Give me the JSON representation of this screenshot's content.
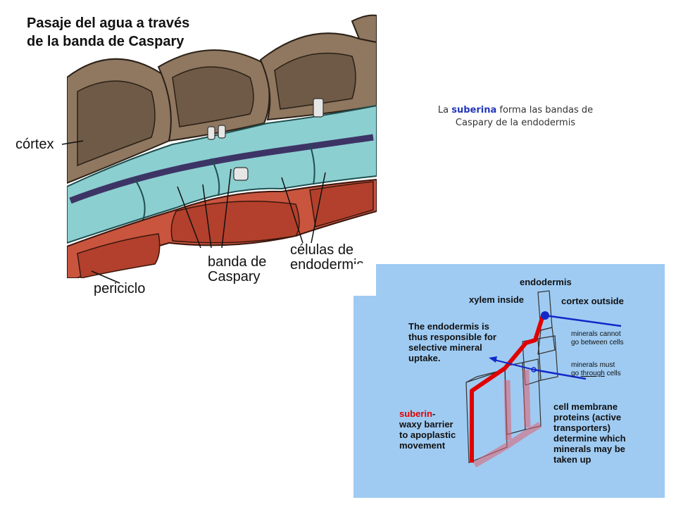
{
  "left_figure": {
    "title_line1": "Pasaje del agua a través",
    "title_line2": "de la banda de Caspary",
    "label_cortex": "córtex",
    "label_banda_line1": "banda de",
    "label_banda_line2": "Caspary",
    "label_celulas_line1": "células de",
    "label_celulas_line2": "endodermis",
    "label_periciclo": "periciclo"
  },
  "caption": {
    "before": "La ",
    "highlight": "suberina",
    "after": " forma las bandas de",
    "line2": "Caspary de la endodermis"
  },
  "right_figure": {
    "label_endodermis": "endodermis",
    "label_xylem": "xylem inside",
    "label_cortex": "cortex outside",
    "selective_line1": "The endodermis is",
    "selective_line2": "thus responsible for",
    "selective_line3": "selective mineral",
    "selective_line4": "uptake.",
    "cannot_line1": "minerals cannot",
    "cannot_line2": "go between cells",
    "must_line1": "minerals must",
    "must_pre": "go ",
    "must_underlined": "through",
    "must_post": " cells",
    "suberin_word": "suberin",
    "suberin_dash": "-",
    "suberin_line2": "waxy barrier",
    "suberin_line3": "to apoplastic",
    "suberin_line4": "movement",
    "membrane_line1": "cell membrane",
    "membrane_line2": "proteins (active",
    "membrane_line3": "transporters)",
    "membrane_line4": "determine which",
    "membrane_line5": "minerals may be",
    "membrane_line6": "taken up"
  },
  "colors": {
    "cortex_cell": "#8f7760",
    "endodermis_cell": "#8ccfd0",
    "pericycle_cell": "#c9553e",
    "caspary_band": "#3d3466",
    "right_background": "#9fcbf2",
    "suberin_red": "#e00000",
    "arrow_blue": "#1428c8"
  }
}
